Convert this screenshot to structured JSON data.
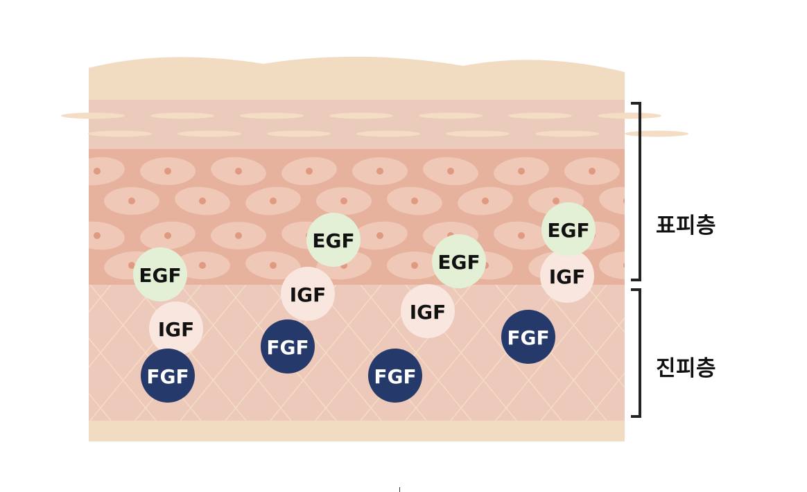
{
  "labels": {
    "epidermis": "표피층",
    "dermis": "진피층"
  },
  "growth_factors": {
    "egf": "EGF",
    "igf": "IGF",
    "fgf": "FGF"
  },
  "colors": {
    "surface": "#f2dcc1",
    "horny_layer": "#ebcbbb",
    "horny_cells": "#f5dcc4",
    "spinous_layer": "#e6b19d",
    "spinous_cells": "#efc8b7",
    "nucleus": "#e09a82",
    "dermis": "#ecc9ba",
    "fibers": "#f4dcc4",
    "subcutis": "#f2dcc1",
    "egf_fill": "#e3f0d6",
    "igf_fill": "#f8e6df",
    "fgf_fill": "#25396a",
    "fgf_text": "#ffffff",
    "dark_text": "#111111",
    "bracket": "#222222"
  }
}
